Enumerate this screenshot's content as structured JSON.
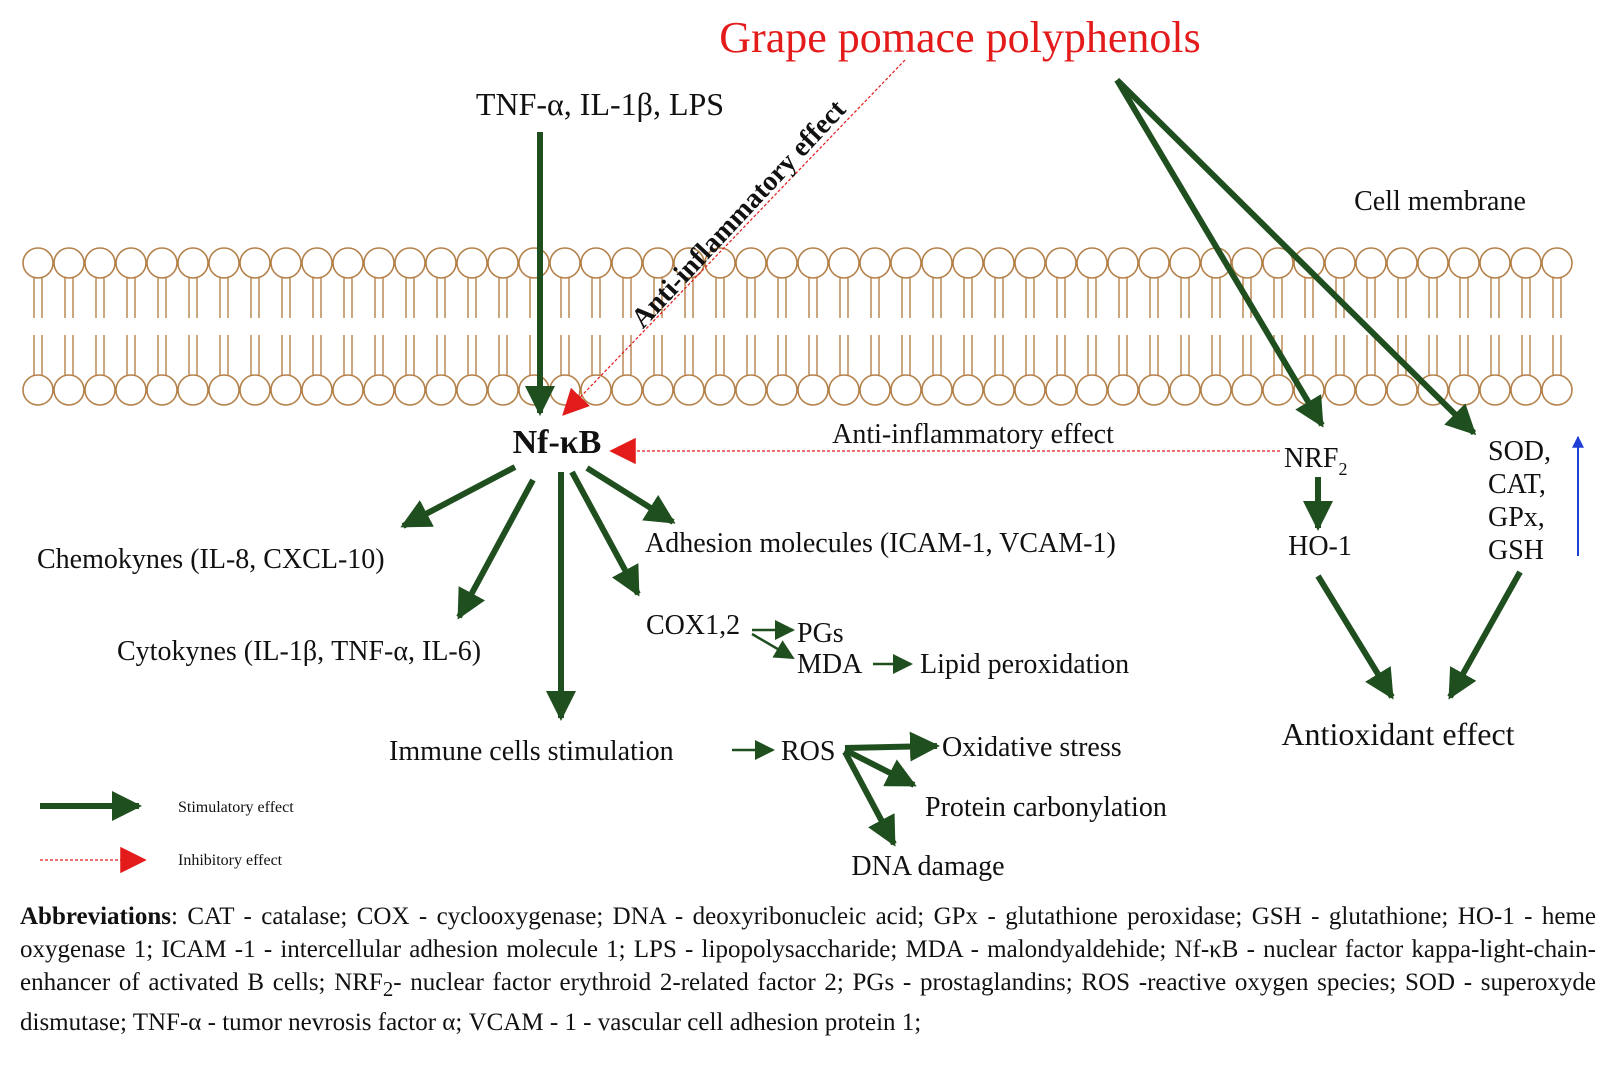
{
  "title": "Grape pomace polyphenols",
  "colors": {
    "title": "#e31b1b",
    "stimulatory": "#1f4e1f",
    "inhibitory": "#e31b1b",
    "membrane": "#b5814a",
    "increase_arrow": "#1f3fd6"
  },
  "membrane_label": "Cell membrane",
  "labels": {
    "inducers": "TNF-α, IL-1β, LPS",
    "anti_inflammatory_diagonal": "Anti-inflammatory effect",
    "nfkb": "Nf-κB",
    "anti_inflammatory_horizontal": "Anti-inflammatory effect",
    "nrf2": "NRF",
    "nrf2_sub": "2",
    "ho1": "HO-1",
    "enzymes": [
      "SOD,",
      "CAT,",
      "GPx,",
      "GSH"
    ],
    "chemokynes": "Chemokynes (IL-8, CXCL-10)",
    "cytokynes": "Cytokynes (IL-1β, TNF-α, IL-6)",
    "adhesion": "Adhesion molecules (ICAM-1, VCAM-1)",
    "cox": "COX1,2",
    "pgs": "PGs",
    "mda": "MDA",
    "lipid": "Lipid peroxidation",
    "immune": "Immune cells stimulation",
    "ros": "ROS",
    "oxidative": "Oxidative stress",
    "protein": "Protein carbonylation",
    "dna": "DNA damage",
    "antioxidant": "Antioxidant effect"
  },
  "legend": {
    "stimulatory": "Stimulatory effect",
    "inhibitory": "Inhibitory effect"
  },
  "abbreviations": {
    "heading": "Abbreviations",
    "text": ": CAT - catalase; COX - cyclooxygenase; DNA - deoxyribonucleic acid; GPx - glutathione peroxidase; GSH - glutathione; HO-1 - heme oxygenase 1; ICAM -1 - intercellular adhesion molecule 1; LPS - lipopolysaccharide; MDA - malondyaldehide; Nf-κB - nuclear factor kappa-light-chain-enhancer of activated B cells; NRF",
    "nrf_sub": "2",
    "text2": "- nuclear factor erythroid 2-related factor 2; PGs - prostaglandins; ROS -reactive oxygen species; SOD - superoxyde dismutase; TNF-α - tumor nevrosis factor α; VCAM - 1 - vascular cell adhesion protein 1;"
  }
}
